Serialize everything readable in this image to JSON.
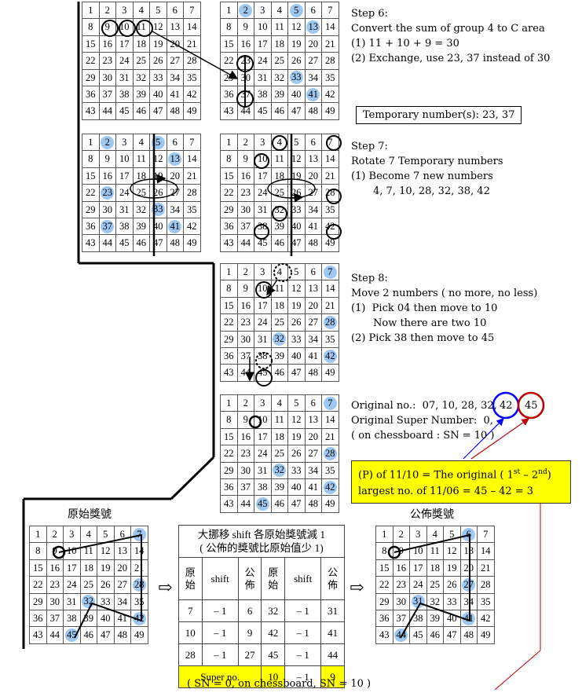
{
  "step6": {
    "title": "Step 6:",
    "l1": "Convert the sum of group 4 to C area",
    "l2": "(1) 11 + 10 + 9 = 30",
    "l3": "(2) Exchange, use 23, 37 instead of 30"
  },
  "temporary": "Temporary number(s):  23, 37",
  "step7": {
    "title": "Step 7:",
    "l1": "Rotate 7 Temporary numbers",
    "l2": "(1) Become 7 new numbers",
    "l3": "4, 7, 10, 28, 32, 38, 42"
  },
  "step8": {
    "title": "Step 8:",
    "l1": "Move 2 numbers ( no more, no less)",
    "l2": "(1)  Pick 04 then move to 10",
    "l3": "Now there are two 10",
    "l4": "(2) Pick 38 then move to 45"
  },
  "original": {
    "l1": "Original no.:  07, 10, 28, 32,",
    "circ1": "42",
    "circ2": "45",
    "l2": "Original Super Number:  0,",
    "l3": "( on chessboard : SN = 10 )"
  },
  "p_box": {
    "l1a": "(P) of 11/10 = The original ( 1",
    "sup1": "st",
    "l1b": " – 2",
    "sup2": "nd",
    "l1c": ")",
    "l2": "largest no. of 11/06 = 45 – 42 = 3"
  },
  "left_label": "原始獎號",
  "right_label": "公佈獎號",
  "shift_table": {
    "title": "大挪移 shift 各原始獎號減 1\n( 公佈的獎號比原始值少 1)",
    "h1": "原\n始",
    "h2": "shift",
    "h3": "公\n佈",
    "h4": "原\n始",
    "h5": "shift",
    "h6": "公\n佈",
    "rows": [
      [
        "7",
        "– 1",
        "6",
        "32",
        "– 1",
        "31"
      ],
      [
        "10",
        "– 1",
        "9",
        "42",
        "– 1",
        "41"
      ],
      [
        "28",
        "– 1",
        "27",
        "45",
        "– 1",
        "44"
      ]
    ],
    "super": {
      "label": "Super no.",
      "orig": "10",
      "shift": "– 1",
      "pub": "9"
    }
  },
  "bottom_note": "( SN = 0, on chessboard, SN = 10 )",
  "colors": {
    "blue": "#9ec8f2",
    "yellow": "#ffff00",
    "red": "#c00000",
    "circle_blue": "#0000ff"
  }
}
